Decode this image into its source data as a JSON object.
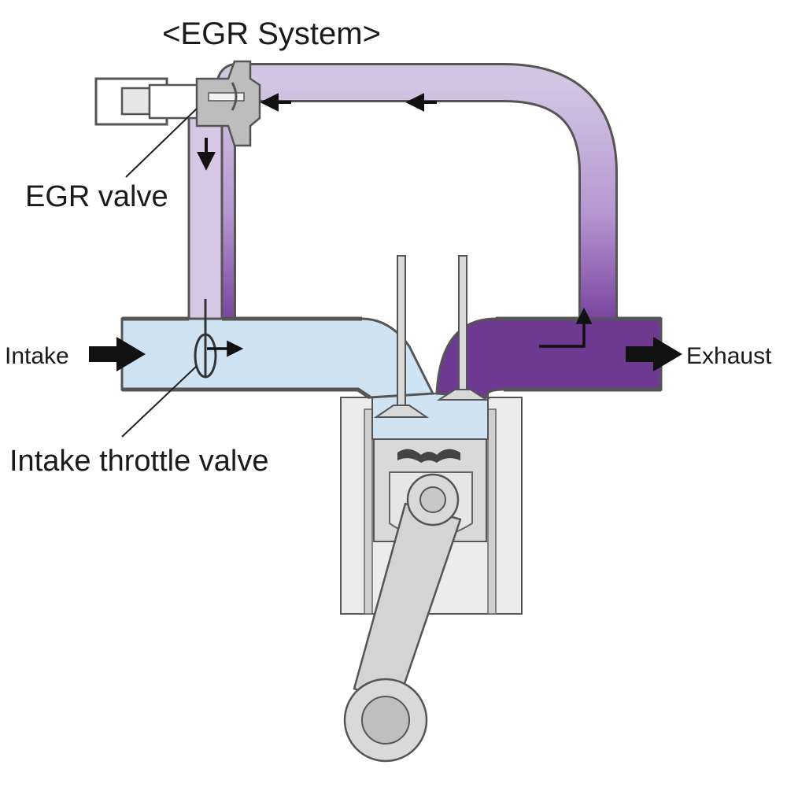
{
  "title": "<EGR System>",
  "labels": {
    "egr_valve": "EGR valve",
    "intake": "Intake",
    "intake_throttle_valve": "Intake throttle valve",
    "exhaust": "Exhaust"
  },
  "colors": {
    "intake_gas": "#cfe3f3",
    "egr_gas_light": "#d6c8e4",
    "egr_gas_mid": "#b59ad0",
    "exhaust_gas": "#6e3a91",
    "wall": "#555555",
    "engine_metal": "#d9d9d9",
    "cylinder_block": "#ececec"
  }
}
